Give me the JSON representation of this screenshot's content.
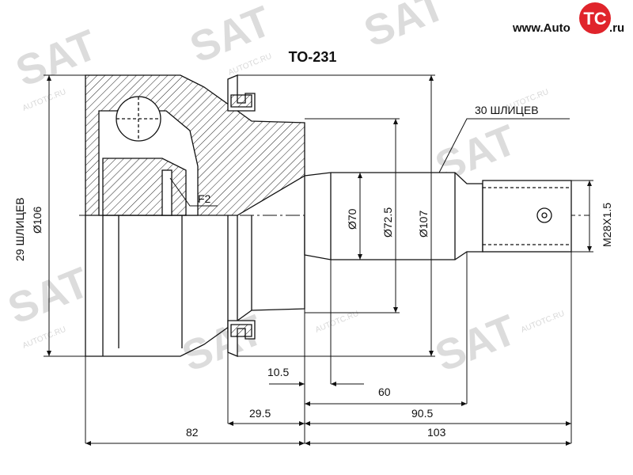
{
  "title": "TO-231",
  "brand": {
    "url_text": "www.Auto",
    "logo_text": "TC",
    "suffix": ".ru",
    "logo_color": "#e0242b"
  },
  "watermark": {
    "mark_text": "SAT",
    "url_text": "AUTOTC.RU",
    "color": "#dcdcdc"
  },
  "labels": {
    "outer_splines": "30 ШЛИЦЕВ",
    "inner_splines": "29 ШЛИЦЕВ",
    "diameter_housing": "Ø106",
    "diameter_70": "Ø70",
    "diameter_72_5": "Ø72.5",
    "diameter_107": "Ø107",
    "thread": "M28X1.5",
    "feature_f2": "F2"
  },
  "dimensions": {
    "d_10_5": "10.5",
    "d_60": "60",
    "d_29_5": "29.5",
    "d_90_5": "90.5",
    "d_82": "82",
    "d_103": "103"
  }
}
